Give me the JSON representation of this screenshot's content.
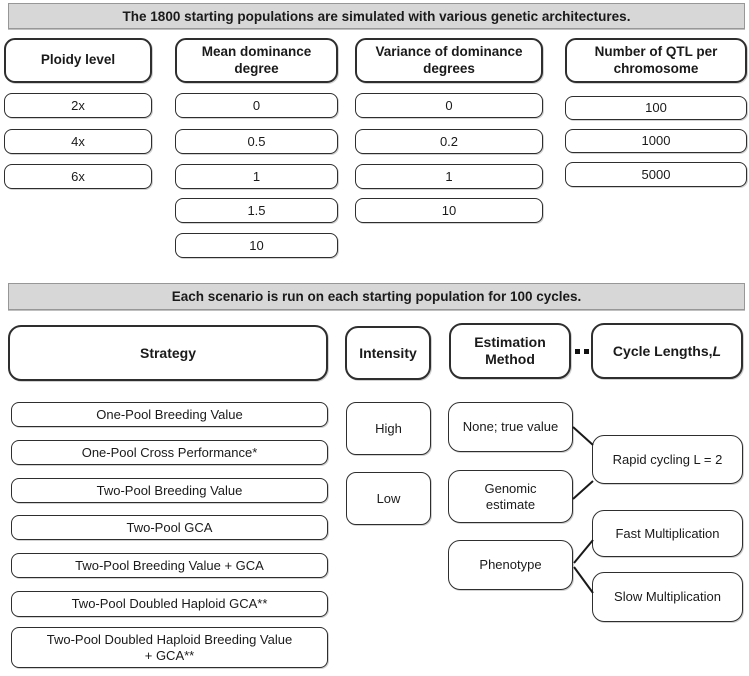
{
  "section1": {
    "banner": "The 1800 starting populations are simulated with various genetic architectures.",
    "columns": [
      {
        "header": "Ploidy level",
        "values": [
          "2x",
          "4x",
          "6x"
        ]
      },
      {
        "header": "Mean dominance\ndegree",
        "values": [
          "0",
          "0.5",
          "1",
          "1.5",
          "10"
        ]
      },
      {
        "header": "Variance of dominance\ndegrees",
        "values": [
          "0",
          "0.2",
          "1",
          "10"
        ]
      },
      {
        "header": "Number of QTL per\nchromosome",
        "values": [
          "100",
          "1000",
          "5000"
        ]
      }
    ]
  },
  "section2": {
    "banner": "Each scenario is run on each starting population for 100 cycles.",
    "strategy": {
      "header": "Strategy",
      "items": [
        "One-Pool Breeding Value",
        "One-Pool Cross Performance*",
        "Two-Pool Breeding Value",
        "Two-Pool GCA",
        "Two-Pool Breeding Value + GCA",
        "Two-Pool Doubled Haploid GCA**",
        "Two-Pool Doubled Haploid Breeding Value\n+ GCA**"
      ]
    },
    "intensity": {
      "header": "Intensity",
      "items": [
        "High",
        "Low"
      ]
    },
    "estimation": {
      "header": "Estimation\nMethod",
      "items": [
        "None; true value",
        "Genomic\nestimate",
        "Phenotype"
      ]
    },
    "cycle_lengths": {
      "header_prefix": "Cycle Lengths, ",
      "header_italic": "L",
      "items": [
        "Rapid cycling L = 2",
        "Fast Multiplication",
        "Slow Multiplication"
      ]
    }
  },
  "colors": {
    "banner_fill": "#d7d7d7",
    "banner_border": "#979797",
    "box_border": "#2e2e2e",
    "text": "#1a1a1a",
    "background": "#ffffff"
  }
}
